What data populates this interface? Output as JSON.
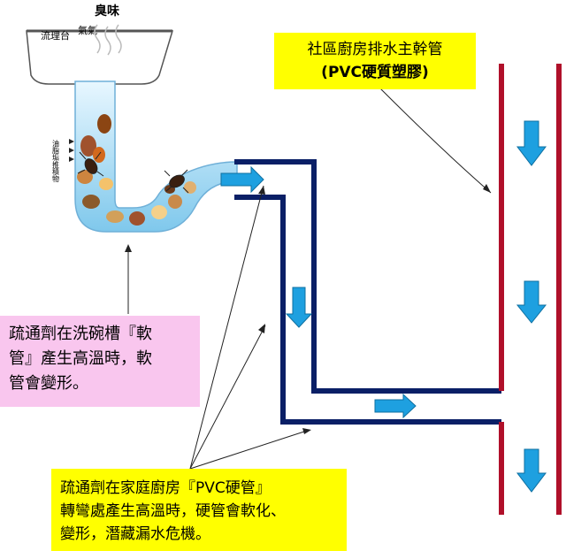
{
  "sink": {
    "counter_label": "流理台",
    "smell_label_1": "臭味",
    "smell_label_2": "氣氣",
    "side_note": "油脂垢推積物"
  },
  "main_pipe_box": {
    "line1": "社區廚房排水主幹管",
    "line2": "(PVC硬質塑膠)"
  },
  "soft_pipe_box": {
    "lines": [
      "疏通劑在洗碗槽『軟",
      "管』產生高溫時，軟",
      "管會變形。"
    ]
  },
  "pvc_box": {
    "lines": [
      "疏通劑在家庭廚房『PVC硬管』",
      "轉彎處產生高溫時，硬管會軟化、",
      "變形，潛藏漏水危機。"
    ]
  },
  "colors": {
    "pipe_navy": "#0a1f66",
    "main_pipe_red": "#b0102a",
    "arrow_blue": "#1ea0e0",
    "callout_yellow": "#ffff00",
    "callout_pink": "#f9c6ee"
  }
}
